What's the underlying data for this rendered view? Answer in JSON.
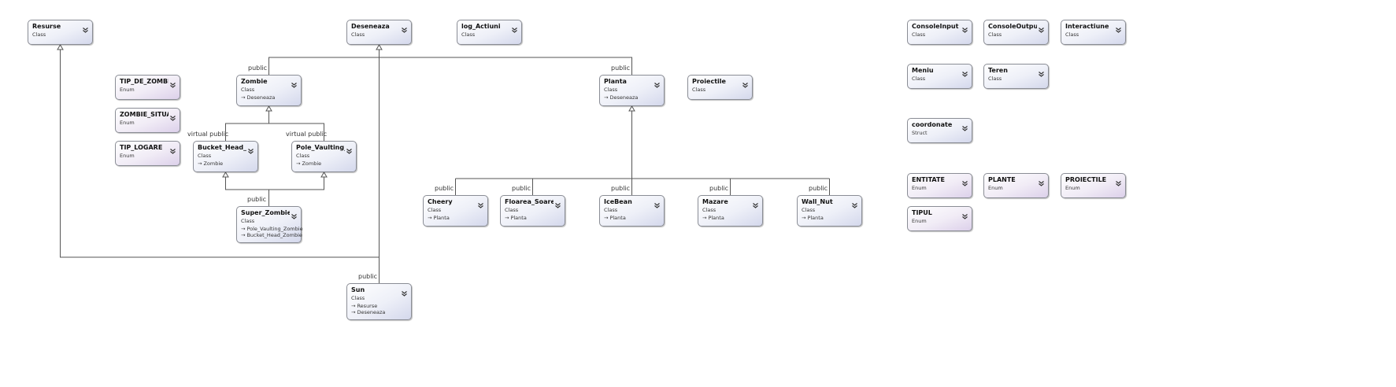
{
  "diagram": {
    "nodes": [
      {
        "id": "Resurse",
        "name": "Resurse",
        "kind": "Class",
        "bases": []
      },
      {
        "id": "Deseneaza",
        "name": "Deseneaza",
        "kind": "Class",
        "bases": []
      },
      {
        "id": "log_Actiuni",
        "name": "log_Actiuni",
        "kind": "Class",
        "bases": []
      },
      {
        "id": "ConsoleInput",
        "name": "ConsoleInput",
        "kind": "Class",
        "bases": []
      },
      {
        "id": "ConsoleOutput",
        "name": "ConsoleOutput",
        "kind": "Class",
        "bases": []
      },
      {
        "id": "Interactiune",
        "name": "Interactiune",
        "kind": "Class",
        "bases": []
      },
      {
        "id": "Meniu",
        "name": "Meniu",
        "kind": "Class",
        "bases": []
      },
      {
        "id": "Teren",
        "name": "Teren",
        "kind": "Class",
        "bases": []
      },
      {
        "id": "coordonate",
        "name": "coordonate",
        "kind": "Struct",
        "bases": []
      },
      {
        "id": "ENTITATE",
        "name": "ENTITATE",
        "kind": "Enum",
        "bases": []
      },
      {
        "id": "PLANTE",
        "name": "PLANTE",
        "kind": "Enum",
        "bases": []
      },
      {
        "id": "PROIECTILE",
        "name": "PROIECTILE",
        "kind": "Enum",
        "bases": []
      },
      {
        "id": "TIPUL",
        "name": "TIPUL",
        "kind": "Enum",
        "bases": []
      },
      {
        "id": "TIP_DE_ZOMBIE",
        "name": "TIP_DE_ZOMBIE",
        "kind": "Enum",
        "bases": []
      },
      {
        "id": "ZOMBIE_SITUATIE",
        "name": "ZOMBIE_SITUAT...",
        "kind": "Enum",
        "bases": []
      },
      {
        "id": "TIP_LOGARE",
        "name": "TIP_LOGARE",
        "kind": "Enum",
        "bases": []
      },
      {
        "id": "Zombie",
        "name": "Zombie",
        "kind": "Class",
        "bases": [
          "Deseneaza"
        ]
      },
      {
        "id": "Planta",
        "name": "Planta",
        "kind": "Class",
        "bases": [
          "Deseneaza"
        ]
      },
      {
        "id": "Proiectile",
        "name": "Proiectile",
        "kind": "Class",
        "bases": []
      },
      {
        "id": "Bucket_Head_Zombie",
        "name": "Bucket_Head_Zo...",
        "kind": "Class",
        "bases": [
          "Zombie"
        ]
      },
      {
        "id": "Pole_Vaulting_Zombie",
        "name": "Pole_Vaulting_Z...",
        "kind": "Class",
        "bases": [
          "Zombie"
        ]
      },
      {
        "id": "Super_Zombie",
        "name": "Super_Zombie",
        "kind": "Class",
        "bases": [
          "Pole_Vaulting_Zombie",
          "Bucket_Head_Zombie"
        ]
      },
      {
        "id": "Cheery",
        "name": "Cheery",
        "kind": "Class",
        "bases": [
          "Planta"
        ]
      },
      {
        "id": "Floarea_Soarelui",
        "name": "Floarea_Soarelui",
        "kind": "Class",
        "bases": [
          "Planta"
        ]
      },
      {
        "id": "IceBean",
        "name": "IceBean",
        "kind": "Class",
        "bases": [
          "Planta"
        ]
      },
      {
        "id": "Mazare",
        "name": "Mazare",
        "kind": "Class",
        "bases": [
          "Planta"
        ]
      },
      {
        "id": "Wall_Nut",
        "name": "Wall_Nut",
        "kind": "Class",
        "bases": [
          "Planta"
        ]
      },
      {
        "id": "Sun",
        "name": "Sun",
        "kind": "Class",
        "bases": [
          "Resurse",
          "Deseneaza"
        ]
      }
    ],
    "edge_labels": {
      "zombie_public": "public",
      "planta_public": "public",
      "bucket_virtual": "virtual public",
      "pole_virtual": "virtual public",
      "super_public": "public",
      "cheery_public": "public",
      "floarea_public": "public",
      "icebean_public": "public",
      "mazare_public": "public",
      "wallnut_public": "public",
      "sun_public": "public"
    },
    "colors": {
      "class_fill": "#dde1f0",
      "enum_fill": "#e3d9ee",
      "border": "#8a8d95",
      "edge": "#555555"
    },
    "icons": {
      "collapse": "double-chevron-down-icon",
      "base_arrow": "inheritance-arrow-icon"
    }
  }
}
